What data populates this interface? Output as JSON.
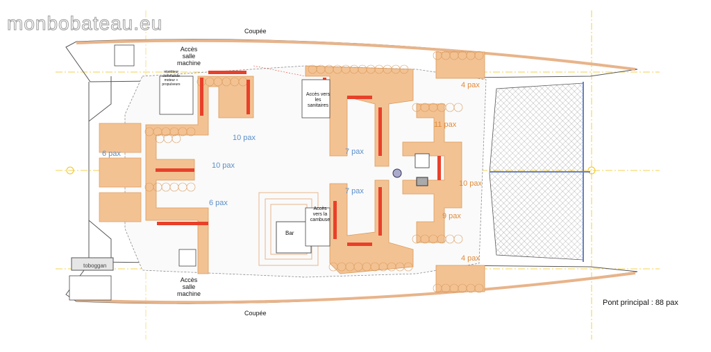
{
  "watermark": "monbobateau.eu",
  "labels": {
    "coupee_top": "Coupée",
    "coupee_bottom": "Coupée",
    "acces_salle_machine_top": "Accès salle machine",
    "acces_salle_machine_bottom": "Accès salle machine",
    "repetiteur": "répétiteur commande moteur + propulseurs",
    "acces_sanitaires": "Accès vers les sanitaires",
    "acces_cambuse": "Accès vers la cambuse",
    "bar": "Bar",
    "toboggan": "toboggan"
  },
  "capacities": {
    "aft_sofa": "6 pax",
    "aft_center": "10 pax",
    "upper_center": "10 pax",
    "lower_center": "6 pax",
    "mid_top": "7 pax",
    "mid_bottom": "7 pax",
    "fwd_upper": "11 pax",
    "fwd_center": "10 pax",
    "fwd_lower": "9 pax",
    "bow_top": "4 pax",
    "bow_bottom": "4 pax"
  },
  "caption": "Pont principal : 88 pax",
  "colors": {
    "hull_wood": "#e8b48a",
    "seat_fill": "#f3c293",
    "seat_ring": "#d99a5c",
    "cushion_red": "#e8402a",
    "blue_label": "#5b8fc9",
    "orange_label": "#e08a3a",
    "centerline": "#f0c419"
  }
}
